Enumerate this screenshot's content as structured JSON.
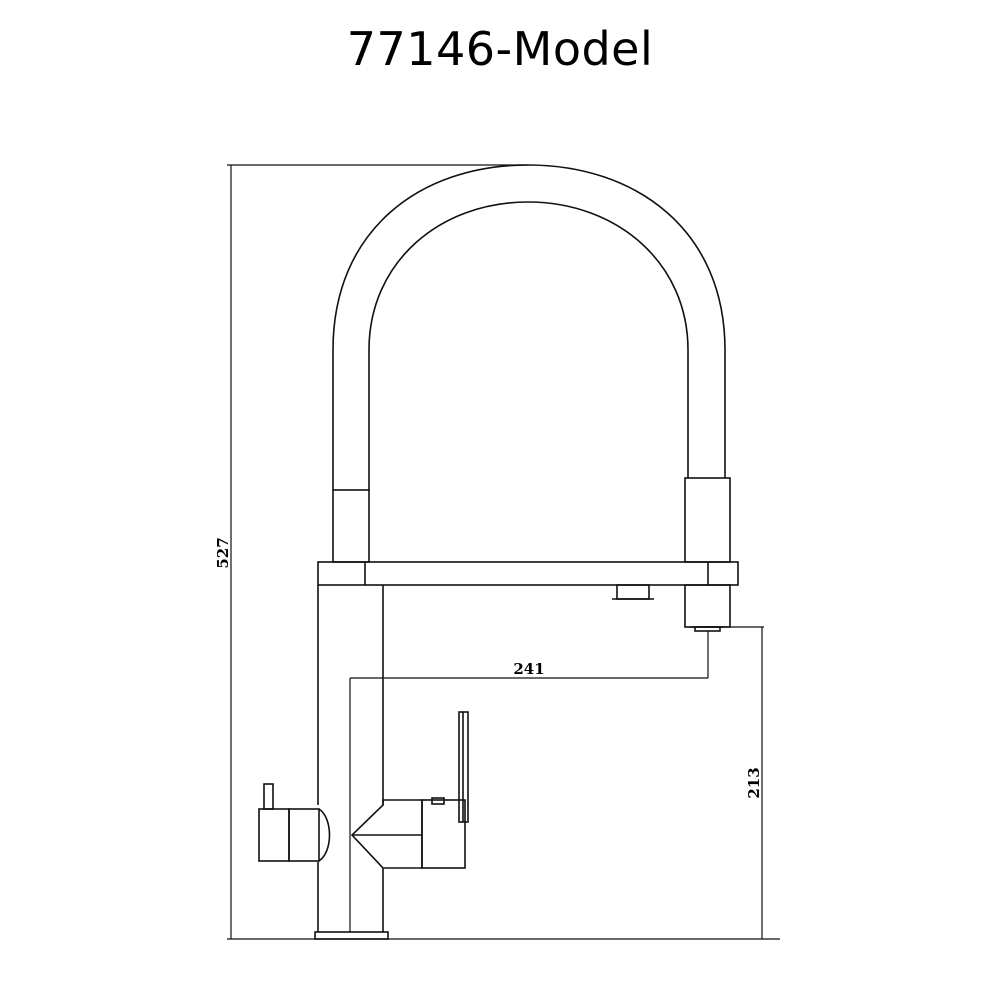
{
  "title": "77146-Model",
  "dimensions": {
    "total_height": "527",
    "spout_reach": "241",
    "spout_height": "213"
  }
}
